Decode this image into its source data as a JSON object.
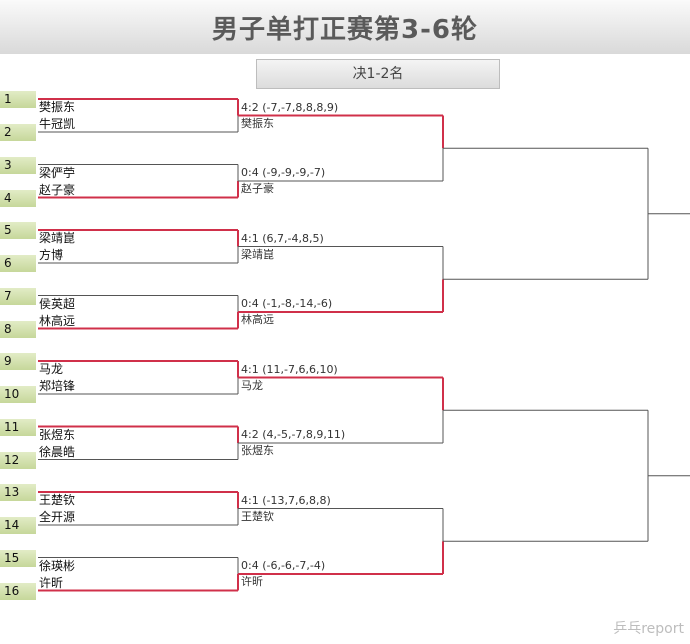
{
  "title": "男子单打正赛第3-6轮",
  "stage_label": "决1-2名",
  "watermark": "乒乓report",
  "colors": {
    "win_line": "#d0304a",
    "normal_line": "#555555",
    "seed_bg": "#c9d99f"
  },
  "matches": [
    {
      "top": {
        "seed": "1",
        "name": "樊振东"
      },
      "bottom": {
        "seed": "2",
        "name": "牛冠凯"
      },
      "score": "4:2 (-7,-7,8,8,8,9)",
      "winner": "樊振东",
      "winner_slot": "top"
    },
    {
      "top": {
        "seed": "3",
        "name": "梁俨苧"
      },
      "bottom": {
        "seed": "4",
        "name": "赵子豪"
      },
      "score": "0:4 (-9,-9,-9,-7)",
      "winner": "赵子豪",
      "winner_slot": "bottom"
    },
    {
      "top": {
        "seed": "5",
        "name": "梁靖崑"
      },
      "bottom": {
        "seed": "6",
        "name": "方博"
      },
      "score": "4:1 (6,7,-4,8,5)",
      "winner": "梁靖崑",
      "winner_slot": "top"
    },
    {
      "top": {
        "seed": "7",
        "name": "侯英超"
      },
      "bottom": {
        "seed": "8",
        "name": "林高远"
      },
      "score": "0:4 (-1,-8,-14,-6)",
      "winner": "林高远",
      "winner_slot": "bottom"
    },
    {
      "top": {
        "seed": "9",
        "name": "马龙"
      },
      "bottom": {
        "seed": "10",
        "name": "郑培锋"
      },
      "score": "4:1 (11,-7,6,6,10)",
      "winner": "马龙",
      "winner_slot": "top"
    },
    {
      "top": {
        "seed": "11",
        "name": "张煜东"
      },
      "bottom": {
        "seed": "12",
        "name": "徐晨皓"
      },
      "score": "4:2 (4,-5,-7,8,9,11)",
      "winner": "张煜东",
      "winner_slot": "top"
    },
    {
      "top": {
        "seed": "13",
        "name": "王楚钦"
      },
      "bottom": {
        "seed": "14",
        "name": "全开源"
      },
      "score": "4:1 (-13,7,6,8,8)",
      "winner": "王楚钦",
      "winner_slot": "top"
    },
    {
      "top": {
        "seed": "15",
        "name": "徐瑛彬"
      },
      "bottom": {
        "seed": "16",
        "name": "许昕"
      },
      "score": "0:4 (-6,-6,-7,-4)",
      "winner": "许昕",
      "winner_slot": "bottom"
    }
  ],
  "round2": [
    {
      "winner_slot": "top"
    },
    {
      "winner_slot": "bottom"
    },
    {
      "winner_slot": "top"
    },
    {
      "winner_slot": "bottom"
    }
  ],
  "round3": [
    {
      "winner_slot": "none"
    },
    {
      "winner_slot": "none"
    }
  ]
}
